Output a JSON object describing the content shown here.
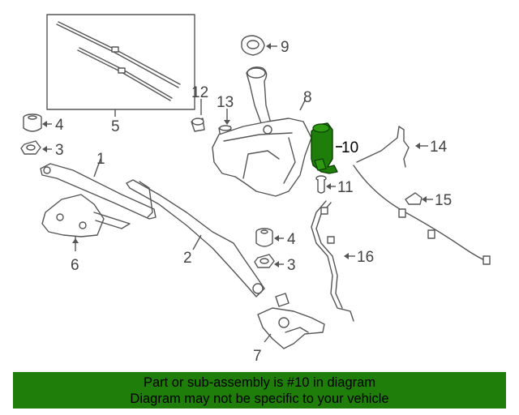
{
  "diagram": {
    "callouts": {
      "c1": "1",
      "c2": "2",
      "c3a": "3",
      "c3b": "3",
      "c4a": "4",
      "c4b": "4",
      "c5": "5",
      "c6": "6",
      "c7": "7",
      "c8": "8",
      "c9": "9",
      "c10": "10",
      "c11": "11",
      "c12": "12",
      "c13": "13",
      "c14": "14",
      "c15": "15",
      "c16": "16"
    },
    "highlight_part": "10",
    "colors": {
      "highlight": "#1f7d0a",
      "line": "#555555",
      "banner": "#1f7d0a"
    }
  },
  "banner": {
    "line1": "Part or sub-assembly is #10 in diagram",
    "line2": "Diagram may not be specific to your vehicle"
  }
}
